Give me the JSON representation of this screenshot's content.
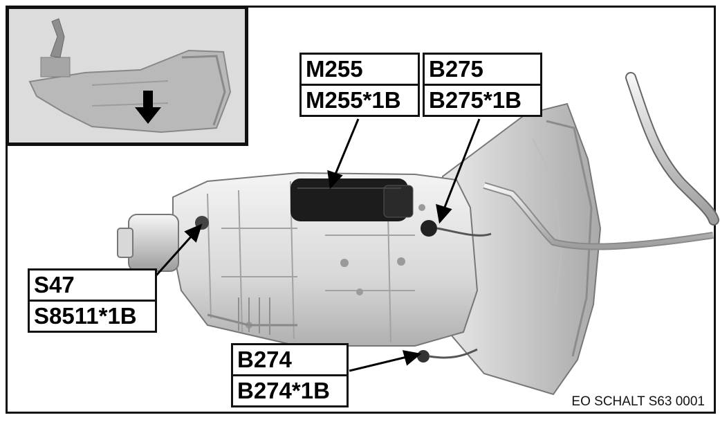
{
  "callouts": {
    "m255": {
      "rows": [
        "M255",
        "M255*1B"
      ]
    },
    "b275": {
      "rows": [
        "B275",
        "B275*1B"
      ]
    },
    "s47": {
      "rows": [
        "S47",
        "S8511*1B"
      ]
    },
    "b274": {
      "rows": [
        "B274",
        "B274*1B"
      ]
    }
  },
  "reference_code": "EO SCHALT S63 0001",
  "colors": {
    "line": "#111111",
    "housing": "#e4e4e4",
    "housing_shade": "#a8a8a8",
    "actuator": "#1c1c1c",
    "inset_bg": "#dcdcdc"
  },
  "icons": {
    "inset_arrow": "arrow-down-icon"
  }
}
